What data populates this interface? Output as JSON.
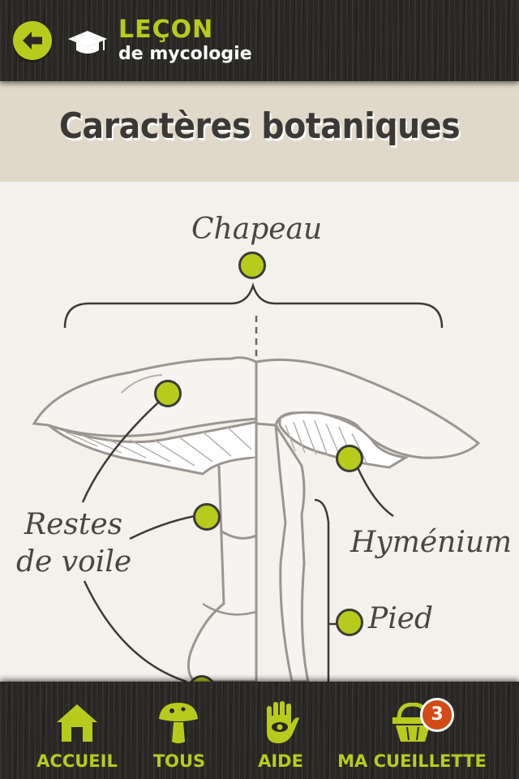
{
  "header": {
    "title_line1": "LEÇON",
    "title_line2": "de mycologie",
    "back_icon": "arrow-left-icon",
    "lesson_icon": "graduation-cap-icon"
  },
  "banner": {
    "title": "Caractères botaniques"
  },
  "diagram": {
    "labels": {
      "chapeau": "Chapeau",
      "restes_line1": "Restes",
      "restes_line2": "de voile",
      "hymenium": "Hyménium",
      "pied": "Pied"
    }
  },
  "nav": {
    "items": [
      {
        "label": "ACCUEIL",
        "icon": "home-icon"
      },
      {
        "label": "TOUS",
        "icon": "mushroom-icon"
      },
      {
        "label": "AIDE",
        "icon": "hand-eye-icon"
      },
      {
        "label": "MA CUEILLETTE",
        "icon": "basket-icon"
      }
    ],
    "basket_count": "3"
  },
  "colors": {
    "accent": "#b7cb1d",
    "dark_wood": "#2a2825",
    "banner_bg": "#e0d9c9",
    "badge": "#d24a16"
  }
}
